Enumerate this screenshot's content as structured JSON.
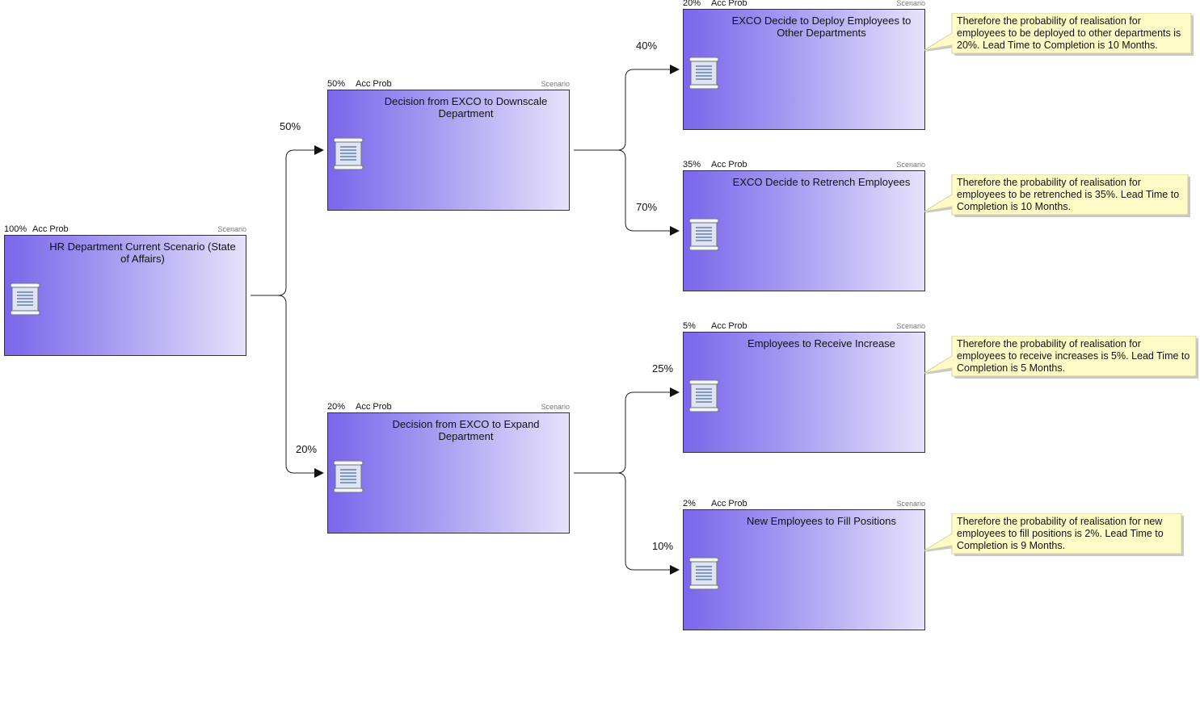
{
  "nodes": [
    {
      "id": "root",
      "title": "HR Department Current Scenario (State of Affairs)",
      "acc_prob": "100%",
      "acc_label": "Acc Prob",
      "type": "Scenario"
    },
    {
      "id": "downscale",
      "title": "Decision from EXCO to Downscale Department",
      "acc_prob": "50%",
      "acc_label": "Acc Prob",
      "type": "Scenario"
    },
    {
      "id": "expand",
      "title": "Decision from EXCO to Expand Department",
      "acc_prob": "20%",
      "acc_label": "Acc Prob",
      "type": "Scenario"
    },
    {
      "id": "deploy",
      "title": "EXCO Decide to Deploy Employees to Other Departments",
      "acc_prob": "20%",
      "acc_label": "Acc Prob",
      "type": "Scenario"
    },
    {
      "id": "retrench",
      "title": "EXCO Decide to Retrench Employees",
      "acc_prob": "35%",
      "acc_label": "Acc Prob",
      "type": "Scenario"
    },
    {
      "id": "increase",
      "title": "Employees to Receive Increase",
      "acc_prob": "5%",
      "acc_label": "Acc Prob",
      "type": "Scenario"
    },
    {
      "id": "newhires",
      "title": "New Employees to Fill Positions",
      "acc_prob": "2%",
      "acc_label": "Acc Prob",
      "type": "Scenario"
    }
  ],
  "edges": [
    {
      "from": "root",
      "to": "downscale",
      "prob": "50%"
    },
    {
      "from": "root",
      "to": "expand",
      "prob": "20%"
    },
    {
      "from": "downscale",
      "to": "deploy",
      "prob": "40%"
    },
    {
      "from": "downscale",
      "to": "retrench",
      "prob": "70%"
    },
    {
      "from": "expand",
      "to": "increase",
      "prob": "25%"
    },
    {
      "from": "expand",
      "to": "newhires",
      "prob": "10%"
    }
  ],
  "notes": [
    {
      "node": "deploy",
      "text": "Therefore the probability of realisation for employees to be deployed to other departments is 20%. Lead Time to Completion is 10 Months."
    },
    {
      "node": "retrench",
      "text": "Therefore the probability of realisation for employees to be retrenched is 35%. Lead Time to Completion is 10 Months."
    },
    {
      "node": "increase",
      "text": "Therefore the probability of realisation for employees to receive increases is 5%. Lead Time to Completion is 5 Months."
    },
    {
      "node": "newhires",
      "text": "Therefore the probability of realisation for new employees to fill positions is 2%. Lead Time to Completion is 9 Months."
    }
  ],
  "colors": {
    "node_gradient_start": "#7a66ea",
    "node_gradient_mid": "#a89cf2",
    "node_gradient_end": "#e6e2fb",
    "note_fill": "#fffbc7",
    "connector": "#222222"
  }
}
